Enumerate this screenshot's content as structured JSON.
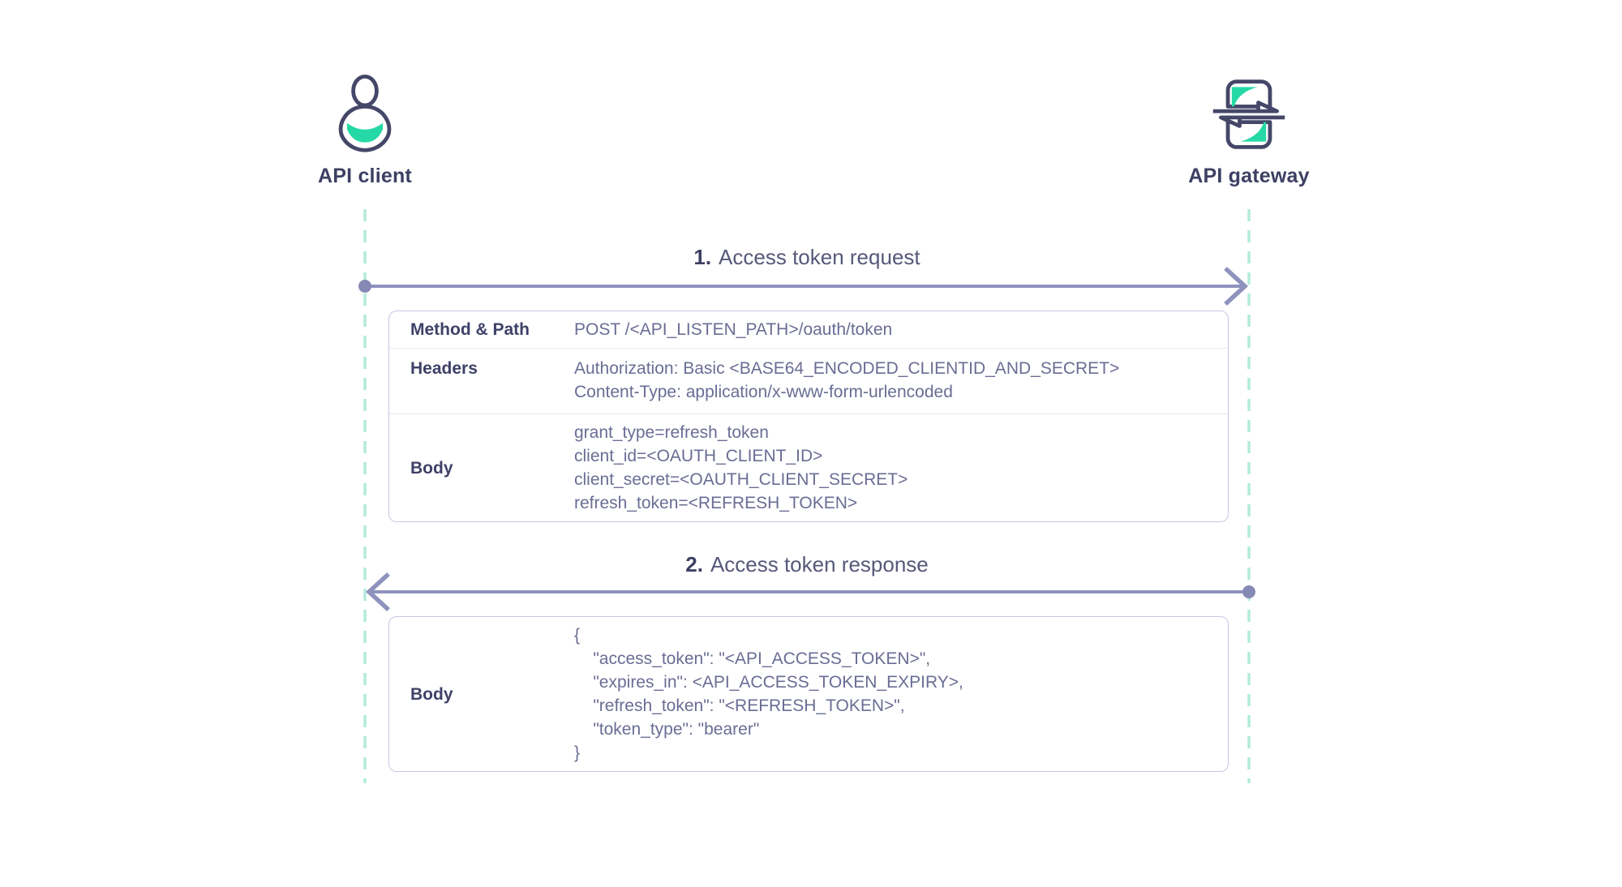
{
  "diagram": {
    "actors": {
      "client": {
        "label": "API client"
      },
      "gateway": {
        "label": "API gateway"
      }
    },
    "steps": [
      {
        "number": "1.",
        "title": "Access token request",
        "rows": [
          {
            "label": "Method & Path",
            "lines": [
              "POST /<API_LISTEN_PATH>/oauth/token"
            ]
          },
          {
            "label": "Headers",
            "lines": [
              "Authorization: Basic <BASE64_ENCODED_CLIENTID_AND_SECRET>",
              "Content-Type: application/x-www-form-urlencoded"
            ]
          },
          {
            "label": "Body",
            "lines": [
              "grant_type=refresh_token",
              "client_id=<OAUTH_CLIENT_ID>",
              "client_secret=<OAUTH_CLIENT_SECRET>",
              "refresh_token=<REFRESH_TOKEN>"
            ]
          }
        ]
      },
      {
        "number": "2.",
        "title": "Access token response",
        "rows": [
          {
            "label": "Body",
            "lines": [
              "{",
              "    \"access_token\": \"<API_ACCESS_TOKEN>\",",
              "    \"expires_in\": <API_ACCESS_TOKEN_EXPIRY>,",
              "    \"refresh_token\": \"<REFRESH_TOKEN>\",",
              "    \"token_type\": \"bearer\"",
              "}"
            ]
          }
        ]
      }
    ],
    "colors": {
      "accent_teal": "#25d9a6",
      "lifeline_teal": "#b2ebd9",
      "arrow_purple": "#8f92bd",
      "endpoint_dot": "#8689b4",
      "icon_stroke": "#454769",
      "text_dark": "#3d3f63",
      "text_muted": "#6a6d94",
      "table_border": "#c9c7e4",
      "row_divider": "#e9e8f4"
    }
  }
}
